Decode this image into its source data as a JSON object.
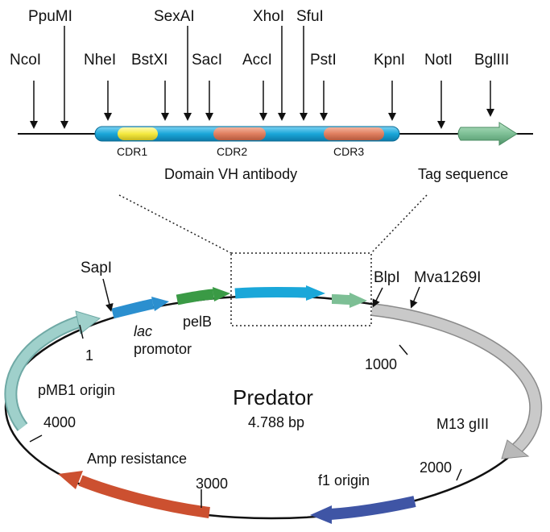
{
  "insert_map": {
    "sites": [
      "NcoI",
      "PpuMI",
      "NheI",
      "BstXI",
      "SexAI",
      "SacI",
      "AccI",
      "XhoI",
      "SfuI",
      "PstI",
      "KpnI",
      "NotI",
      "BglIII"
    ],
    "cdrs": [
      "CDR1",
      "CDR2",
      "CDR3"
    ],
    "domain_label": "Domain VH antibody",
    "tag_label": "Tag sequence",
    "colors": {
      "vh": "#1aa7d9",
      "cdr1": "#f4e93f",
      "cdr_other": "#e07f5f",
      "tag": "#7dbf95"
    }
  },
  "plasmid": {
    "name": "Predator",
    "size": "4.788 bp",
    "sites": [
      "SapI",
      "BlpI",
      "Mva1269I"
    ],
    "features": {
      "lac_italic": "lac",
      "lac_rest": "promotor",
      "pelb": "pelB",
      "pmb1": "pMB1 origin",
      "m13": "M13 gIII",
      "f1": "f1 origin",
      "amp": "Amp resistance"
    },
    "positions": [
      "1",
      "1000",
      "2000",
      "3000",
      "4000"
    ],
    "colors": {
      "lac": "#2b8fcf",
      "pelb": "#3a9a45",
      "vh": "#1aa7d9",
      "tag": "#7dbf95",
      "m13": "#c4c4c4",
      "f1": "#3f55a5",
      "amp": "#cc5030",
      "pmb1": "#8fc9c4"
    }
  }
}
